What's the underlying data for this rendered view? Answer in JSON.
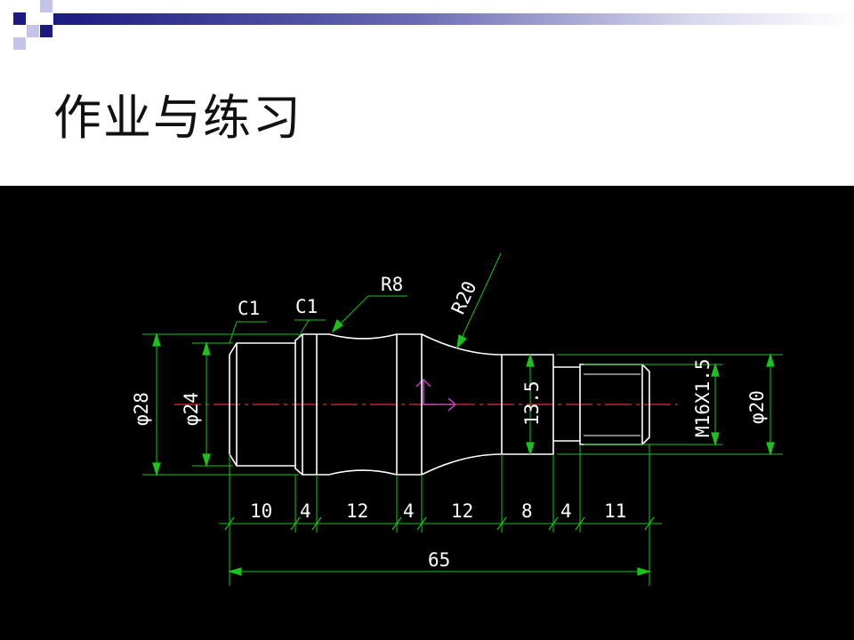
{
  "slide": {
    "title": "作业与练习"
  },
  "colors": {
    "background": "#ffffff",
    "drawing_background": "#000000",
    "outline": "#ffffff",
    "dimension": "#1bc21b",
    "centerline": "#c0262b",
    "ucs_axis": "#c040c0",
    "deco_navy": "#1a1a80",
    "deco_lavender": "#c4c4ea"
  },
  "drawing": {
    "chamfer_left": "C1",
    "chamfer_second": "C1",
    "radius_groove": "R8",
    "radius_taper": "R20",
    "dia_outer_left": "φ28",
    "dia_inner_left": "φ24",
    "dia_neck": "13.5",
    "thread": "M16X1.5",
    "dia_right": "φ20",
    "lengths": [
      "10",
      "4",
      "12",
      "4",
      "12",
      "8",
      "4",
      "11"
    ],
    "total_length": "65"
  }
}
